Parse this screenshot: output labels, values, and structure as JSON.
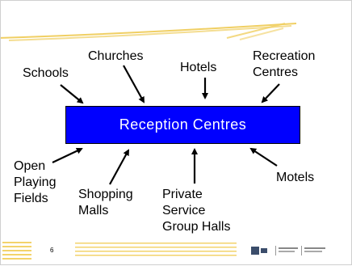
{
  "center": {
    "label": "Reception Centres"
  },
  "nodes": [
    {
      "id": "schools",
      "text": "Schools"
    },
    {
      "id": "churches",
      "text": "Churches"
    },
    {
      "id": "hotels",
      "text": "Hotels"
    },
    {
      "id": "recreation",
      "text": "Recreation\nCentres"
    },
    {
      "id": "open-fields",
      "text": "Open\nPlaying\nFields"
    },
    {
      "id": "shopping",
      "text": "Shopping\nMalls"
    },
    {
      "id": "private-halls",
      "text": "Private\nService\nGroup Halls"
    },
    {
      "id": "motels",
      "text": "Motels"
    }
  ],
  "footer": {
    "page_number": "6"
  },
  "colors": {
    "center_fill": "#0000ff",
    "accent": "#f3d36b",
    "text": "#000000"
  }
}
